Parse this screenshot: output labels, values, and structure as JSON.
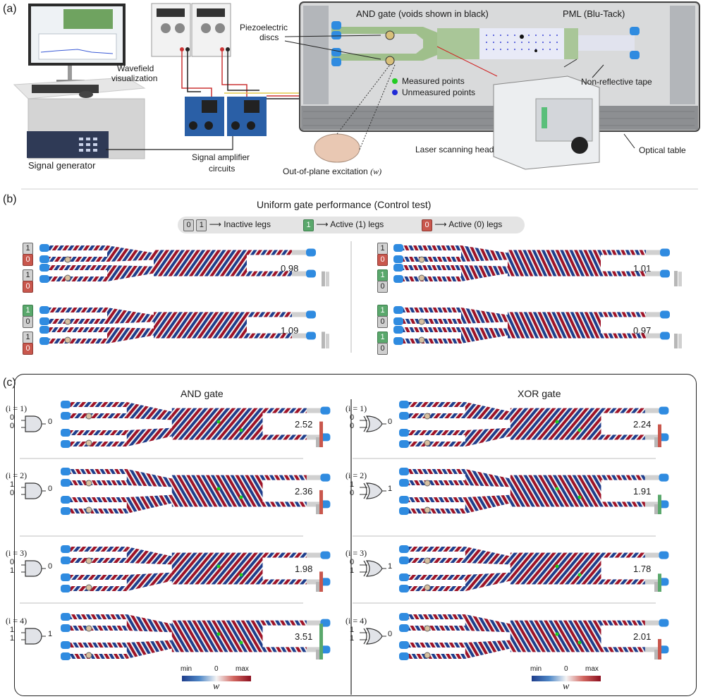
{
  "panel_a": {
    "label": "(a)",
    "annotations": {
      "and_gate": "AND gate (voids shown in black)",
      "pml": "PML (Blu-Tack)",
      "piezo_line1": "Piezoelectric",
      "piezo_line2": "discs",
      "wavefield_line1": "Wavefield",
      "wavefield_line2": "visualization",
      "measured": "Measured points",
      "unmeasured": "Unmeasured points",
      "nonreflective": "Non-reflective tape",
      "laser": "Laser scanning head",
      "optical": "Optical table",
      "signal_generator": "Signal generator",
      "amplifier_line1": "Signal amplifier",
      "amplifier_line2": "circuits",
      "excitation": "Out-of-plane excitation",
      "excitation_symbol": "(w)"
    },
    "colors": {
      "measured": "#22cc22",
      "unmeasured": "#1f2ad6"
    }
  },
  "panel_b": {
    "label": "(b)",
    "title": "Uniform gate performance (Control test)",
    "legend": {
      "inactive_chip_1": "0",
      "inactive_chip_2": "1",
      "inactive_text": "Inactive legs",
      "active1_chip": "1",
      "active1_text": "Active (1) legs",
      "active0_chip": "0",
      "active0_text": "Active (0) legs",
      "arrow": "⟶"
    },
    "cases": [
      {
        "chips": [
          "1",
          "0",
          "1",
          "0"
        ],
        "chip_types": [
          "g1",
          "a0",
          "g1",
          "a0"
        ],
        "value": "0.98"
      },
      {
        "chips": [
          "1",
          "0",
          "1",
          "0"
        ],
        "chip_types": [
          "g1",
          "a0",
          "a1",
          "g0"
        ],
        "value": "1.01"
      },
      {
        "chips": [
          "1",
          "0",
          "1",
          "0"
        ],
        "chip_types": [
          "a1",
          "g0",
          "g1",
          "a0"
        ],
        "value": "1.09"
      },
      {
        "chips": [
          "1",
          "0",
          "1",
          "0"
        ],
        "chip_types": [
          "a1",
          "g0",
          "a1",
          "g0"
        ],
        "value": "0.97"
      }
    ]
  },
  "panel_c": {
    "label": "(c)",
    "and_title": "AND gate",
    "xor_title": "XOR gate",
    "and_rows": [
      {
        "case": "(i = 1)",
        "in1": "0",
        "in2": "0",
        "out": "0",
        "value": "2.52",
        "bar_color": "#c9574d"
      },
      {
        "case": "(i = 2)",
        "in1": "1",
        "in2": "0",
        "out": "0",
        "value": "2.36",
        "bar_color": "#c9574d"
      },
      {
        "case": "(i = 3)",
        "in1": "0",
        "in2": "1",
        "out": "0",
        "value": "1.98",
        "bar_color": "#c9574d"
      },
      {
        "case": "(i = 4)",
        "in1": "1",
        "in2": "1",
        "out": "1",
        "value": "3.51",
        "bar_color": "#5aa86c"
      }
    ],
    "xor_rows": [
      {
        "case": "(i = 1)",
        "in1": "0",
        "in2": "0",
        "out": "0",
        "value": "2.24",
        "bar_color": "#c9574d"
      },
      {
        "case": "(i = 2)",
        "in1": "1",
        "in2": "0",
        "out": "1",
        "value": "1.91",
        "bar_color": "#5aa86c"
      },
      {
        "case": "(i = 3)",
        "in1": "0",
        "in2": "1",
        "out": "1",
        "value": "1.78",
        "bar_color": "#5aa86c"
      },
      {
        "case": "(i = 4)",
        "in1": "1",
        "in2": "1",
        "out": "0",
        "value": "2.01",
        "bar_color": "#c9574d"
      }
    ],
    "colorbar": {
      "min": "min",
      "mid": "0",
      "max": "max",
      "symbol": "w"
    }
  }
}
